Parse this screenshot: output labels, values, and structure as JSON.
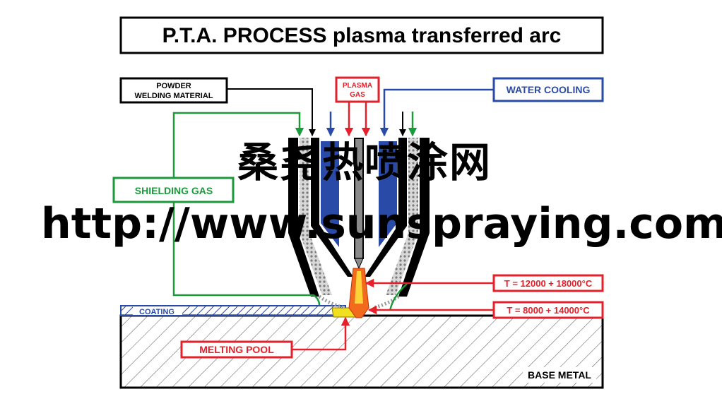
{
  "title": "P.T.A. PROCESS plasma transferred arc",
  "labels": {
    "powder_line1": "POWDER",
    "powder_line2": "WELDING MATERIAL",
    "plasma_line1": "PLASMA",
    "plasma_line2": "GAS",
    "water_cooling": "WATER COOLING",
    "shielding_gas": "SHIELDING GAS",
    "temp_arc": "T = 12000 + 18000°C",
    "temp_pool": "T = 8000 + 14000°C",
    "coating": "COATING",
    "melting_pool": "MELTING POOL",
    "base_metal": "BASE METAL"
  },
  "watermark": {
    "chinese": "桑尧热喷涂网",
    "url": "http://www.sunspraying.com/"
  },
  "colors": {
    "red": "#e5202a",
    "blue": "#2a4aa8",
    "green": "#1a9a3a",
    "black": "#000000",
    "coating_blue": "#2a4aa8",
    "flame_orange": "#f26a1b",
    "pool_yellow": "#f0e020",
    "electrode_gray": "#8a8a8a",
    "powder_gray": "#b8b8b8"
  }
}
